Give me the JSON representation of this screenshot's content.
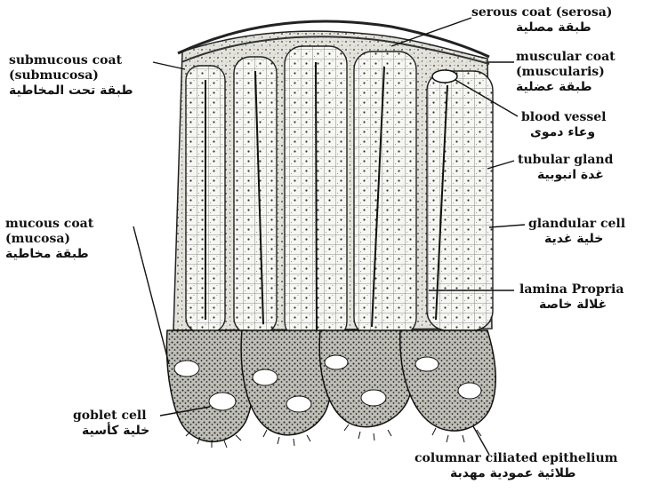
{
  "labels": {
    "serosa": {
      "en": "serous coat (serosa)",
      "ar": "طبقة مصلية"
    },
    "muscularis": {
      "en1": "muscular coat",
      "en2": "(muscularis)",
      "ar": "طبقة عضلية"
    },
    "blood_vessel": {
      "en": "blood vessel",
      "ar": "وعاء دموى"
    },
    "tubular_gland": {
      "en": "tubular gland",
      "ar": "غدة انبوبية"
    },
    "glandular_cell": {
      "en": "glandular cell",
      "ar": "خلية غدية"
    },
    "lamina_propria": {
      "en": "lamina Propria",
      "ar": "غلالة خاصة"
    },
    "submucosa": {
      "en1": "submucous coat",
      "en2": "(submucosa)",
      "ar": "طبقة تحت المخاطية"
    },
    "mucosa": {
      "en1": "mucous coat",
      "en2": "(mucosa)",
      "ar": "طبقة مخاطية"
    },
    "goblet_cell": {
      "en": "goblet cell",
      "ar": "خلية كأسية"
    },
    "columnar_epithelium": {
      "en": "columnar ciliated epithelium",
      "ar": "طلائية عمودية مهدبة"
    }
  }
}
